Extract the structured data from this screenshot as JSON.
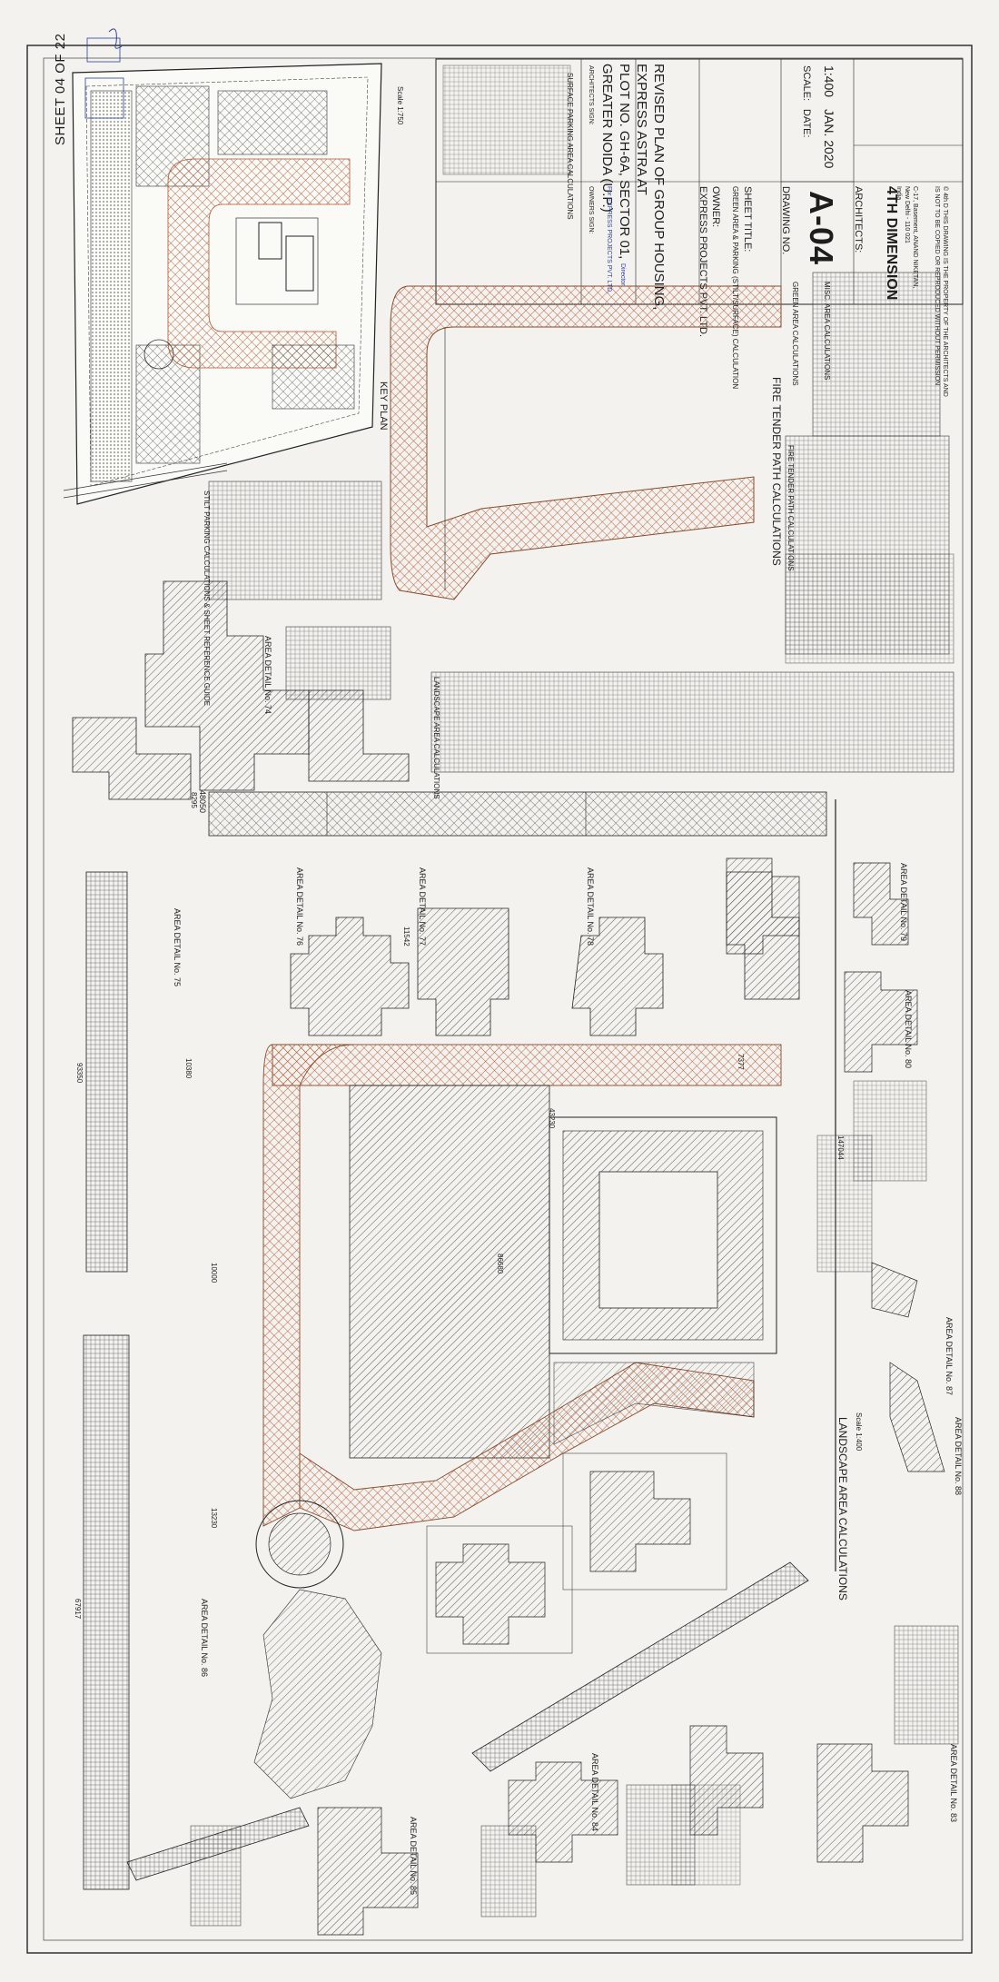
{
  "sheet": {
    "number_label": "SHEET 04 OF 22",
    "key_plan_label": "KEY PLAN",
    "key_plan_scale": "Scale 1:750"
  },
  "title_block": {
    "project_title": [
      "REVISED PLAN OF GROUP HOUSING,",
      "EXPRESS ASTRA AT",
      "PLOT NO. GH-6A, SECTOR 01,",
      "GREATER NOIDA (U.P.)"
    ],
    "owner_label": "OWNER:",
    "owner_name": "EXPRESS PROJECTS PVT. LTD.",
    "sheet_title_label": "SHEET TITLE:",
    "sheet_title": "GREEN AREA & PARKING (STILT/SURFACE) CALCULATION",
    "drawing_no_label": "DRAWING NO.",
    "drawing_no": "A-04",
    "scale_label": "SCALE:",
    "scale_value": "1:400",
    "date_label": "DATE:",
    "date_value": "JAN. 2020",
    "architects_label": "ARCHITECTS:",
    "firm_name": "4TH DIMENSION",
    "firm_address": [
      "C-17, Basement, ANAND NIKETAN,",
      "New Delhi - 110 021",
      "India"
    ],
    "copyright_note": [
      "© 4th D THIS DRAWING IS THE PROPERTY OF THE ARCHITECTS AND",
      "IS NOT TO BE COPIED OR REPRODUCED WITHOUT PERMISSION"
    ],
    "owners_sign_label": "OWNERS SIGN:",
    "architects_sign_label": "ARCHITECTS SIGN:",
    "signatory_company": "For EXPRESS PROJECTS PVT. LTD.",
    "signatory_role": "Director"
  },
  "tables": {
    "surface_parking": "SURFACE PARKING AREA CALCULATIONS",
    "stilt_parking": "STILT PARKING CALCULATIONS & SHEET REFERENCE GUIDE",
    "fire_tender": "FIRE TENDER PATH CALCULATIONS",
    "green_area": "GREEN AREA CALCULATIONS",
    "misc_area": "MISC. AREA CALCULATIONS",
    "landscape_area": "LANDSCAPE AREA CALCULATIONS",
    "fire_tender_path_title": "FIRE TENDER PATH CALCULATIONS",
    "landscape_area_title": "LANDSCAPE AREA CALCULATIONS",
    "scale_small": "Scale 1:400"
  },
  "details": {
    "d74": "AREA DETAIL No. 74",
    "d75": "AREA DETAIL No. 75",
    "d76": "AREA DETAIL No. 76",
    "d77": "AREA DETAIL No. 77",
    "d78": "AREA DETAIL No. 78",
    "d79": "AREA DETAIL No. 79",
    "d80": "AREA DETAIL No. 80",
    "d83": "AREA DETAIL No. 83",
    "d84": "AREA DETAIL No. 84",
    "d85": "AREA DETAIL No. 85",
    "d86": "AREA DETAIL No. 86",
    "d87": "AREA DETAIL No. 87",
    "d88": "AREA DETAIL No. 88"
  },
  "dimensions": {
    "top_total": "48050",
    "left_long": "93350",
    "left_long2": "67917",
    "right_long": "147044",
    "central": "86680",
    "mid": "43230",
    "d1": "10000",
    "d2": "13230",
    "d3": "10380",
    "d4": "7377",
    "d5": "8295",
    "d6": "11542"
  },
  "colors": {
    "paper": "#f3f2ee",
    "line": "#222222",
    "hatch": "#333333",
    "fire_path": "#b5532e",
    "signature_blue": "#2a3fa0"
  }
}
